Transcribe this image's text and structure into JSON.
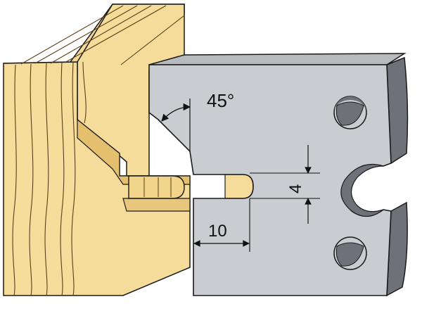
{
  "annotations": {
    "angle_label": "45°",
    "slot_height_label": "4",
    "slot_depth_label": "10"
  },
  "colors": {
    "wood_face": "#f5dc9a",
    "wood_shadow": "#e3bf6e",
    "wood_grain": "#5a3e1b",
    "steel_face": "#c9ccd0",
    "steel_side": "#6e7278",
    "outline": "#1a1a1a",
    "dimension_line": "#111111"
  },
  "icons": [
    "wood-block-profile",
    "knife-blade",
    "mounting-hole"
  ]
}
